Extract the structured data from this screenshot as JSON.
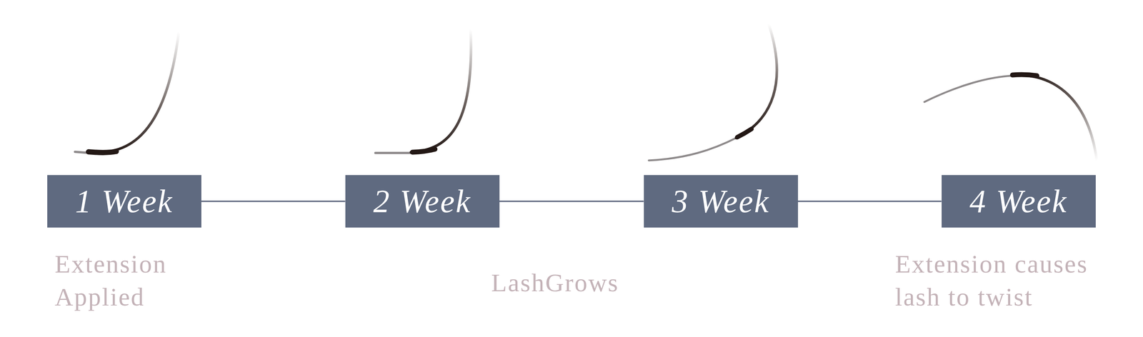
{
  "diagram": {
    "nodes": [
      {
        "text": [
          "1 Week"
        ]
      },
      {
        "text": [
          "2 Week"
        ]
      },
      {
        "text": [
          "3 Week"
        ]
      },
      {
        "text": [
          "4 Week"
        ]
      }
    ],
    "edges": [
      {
        "from": 0,
        "to": 1,
        "arrow": "none"
      },
      {
        "from": 1,
        "to": 2,
        "arrow": "none"
      },
      {
        "from": 2,
        "to": 3,
        "arrow": "none"
      }
    ],
    "labels": [
      "Extension Applied",
      "LashGrows",
      "Extension causes lash to twist"
    ]
  }
}
